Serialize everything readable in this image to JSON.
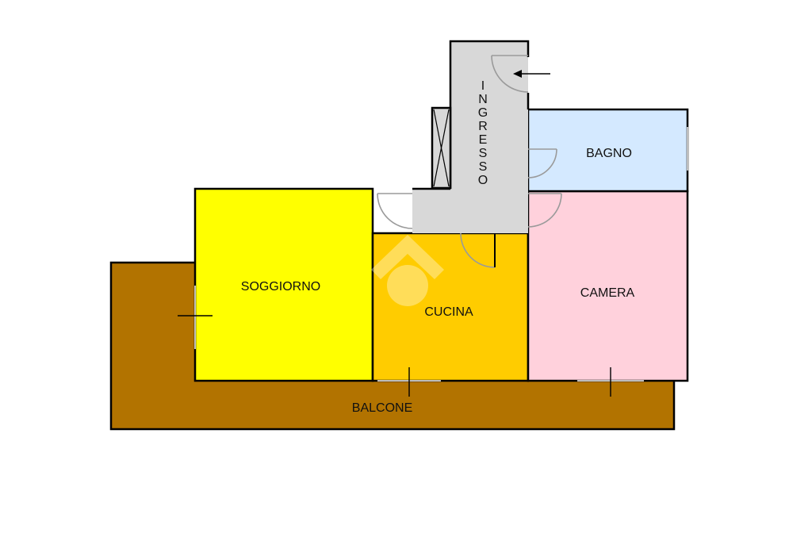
{
  "colors": {
    "balcone": "#B27300",
    "soggiorno": "#FFFF00",
    "cucina": "#FFCC00",
    "camera": "#FFD1DC",
    "bagno": "#D4E9FF",
    "ingresso": "#D8D8D8",
    "cabinet": "#D8D8D8"
  },
  "rooms": {
    "soggiorno": "SOGGIORNO",
    "cucina": "CUCINA",
    "camera": "CAMERA",
    "bagno": "BAGNO",
    "balcone": "BALCONE",
    "ingresso": [
      "I",
      "N",
      "G",
      "R",
      "E",
      "S",
      "S",
      "O"
    ]
  },
  "icons": {
    "entrance_arrow": "left-arrow-icon",
    "watermark": "house-logo-icon"
  }
}
